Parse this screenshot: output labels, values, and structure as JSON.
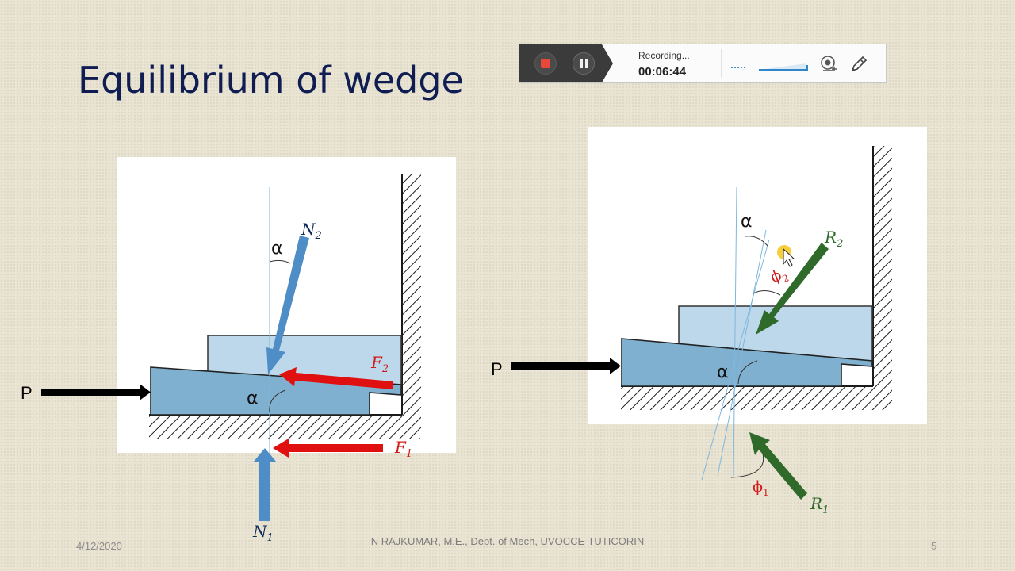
{
  "slide": {
    "title": "Equilibrium of wedge",
    "footer_date": "4/12/2020",
    "footer_center": "N RAJKUMAR, M.E., Dept. of Mech, UVOCCE-TUTICORIN",
    "page_number": "5"
  },
  "recorder": {
    "status": "Recording...",
    "elapsed": "00:06:44",
    "icons": [
      "stop-icon",
      "pause-icon",
      "webcam-icon",
      "pen-icon"
    ]
  },
  "diagram_left": {
    "labels": {
      "p": "P",
      "alpha_top": "α",
      "alpha_wedge": "α",
      "n2": "N",
      "n2_sub": "2",
      "f2": "F",
      "f2_sub": "2",
      "f1": "F",
      "f1_sub": "1",
      "n1": "N",
      "n1_sub": "1"
    }
  },
  "diagram_right": {
    "labels": {
      "p": "P",
      "alpha_top": "α",
      "alpha_wedge": "α",
      "r2": "R",
      "r2_sub": "2",
      "phi2": "ϕ",
      "phi2_sub": "2",
      "phi1": "ϕ",
      "phi1_sub": "1",
      "r1": "R",
      "r1_sub": "1"
    }
  },
  "colors": {
    "title": "#0f1d52",
    "wedge_fill": "#7fb0d0",
    "block_fill": "#bcd8ea",
    "normal_arrow": "#4f8dc7",
    "friction_arrow": "#e01010",
    "reaction_arrow": "#2f6a2a",
    "label_red": "#d11a1a",
    "label_dark": "#0e2a5a"
  }
}
